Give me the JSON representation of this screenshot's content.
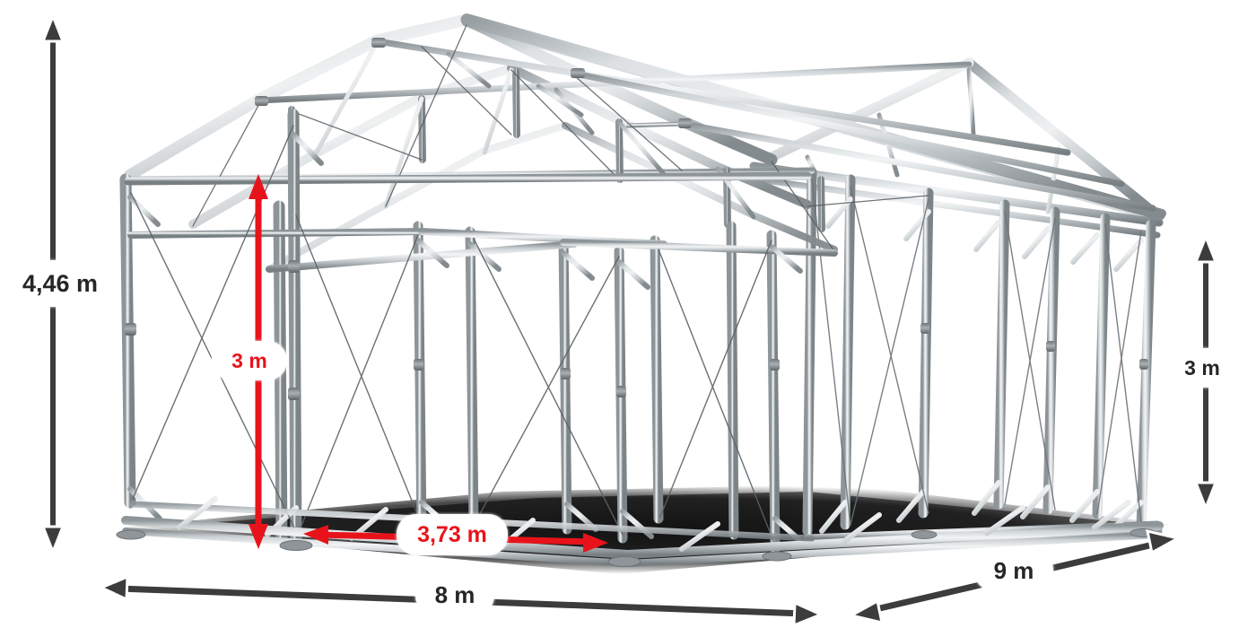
{
  "diagram": {
    "title": "Tent frame structure dimension diagram",
    "subject": "steel-tube-marquee-frame",
    "background_color": "#ffffff",
    "frame_color": "#b8bdc0",
    "shadow_color": "#0a0a0a"
  },
  "dimensions": {
    "total_height": {
      "label": "4,46 m",
      "unit": "m",
      "value": "4,46",
      "color": "#262626",
      "orientation": "vertical",
      "position": "left-outside",
      "arrow": "double"
    },
    "side_height_left": {
      "label": "3 m",
      "unit": "m",
      "value": "3",
      "color": "#e8131a",
      "orientation": "vertical",
      "position": "inside-left-post",
      "arrow": "double"
    },
    "bay_spacing": {
      "label": "3,73 m",
      "unit": "m",
      "value": "3,73",
      "color": "#e8131a",
      "orientation": "horizontal",
      "position": "bottom-inside",
      "arrow": "double"
    },
    "side_height_right": {
      "label": "3 m",
      "unit": "m",
      "value": "3",
      "color": "#262626",
      "orientation": "vertical",
      "position": "right-outside",
      "arrow": "double"
    },
    "width": {
      "label": "8 m",
      "unit": "m",
      "value": "8",
      "color": "#262626",
      "orientation": "horizontal",
      "position": "bottom-front",
      "arrow": "double"
    },
    "length": {
      "label": "9 m",
      "unit": "m",
      "value": "9",
      "color": "#262626",
      "orientation": "diagonal",
      "position": "bottom-right",
      "arrow": "double"
    }
  }
}
